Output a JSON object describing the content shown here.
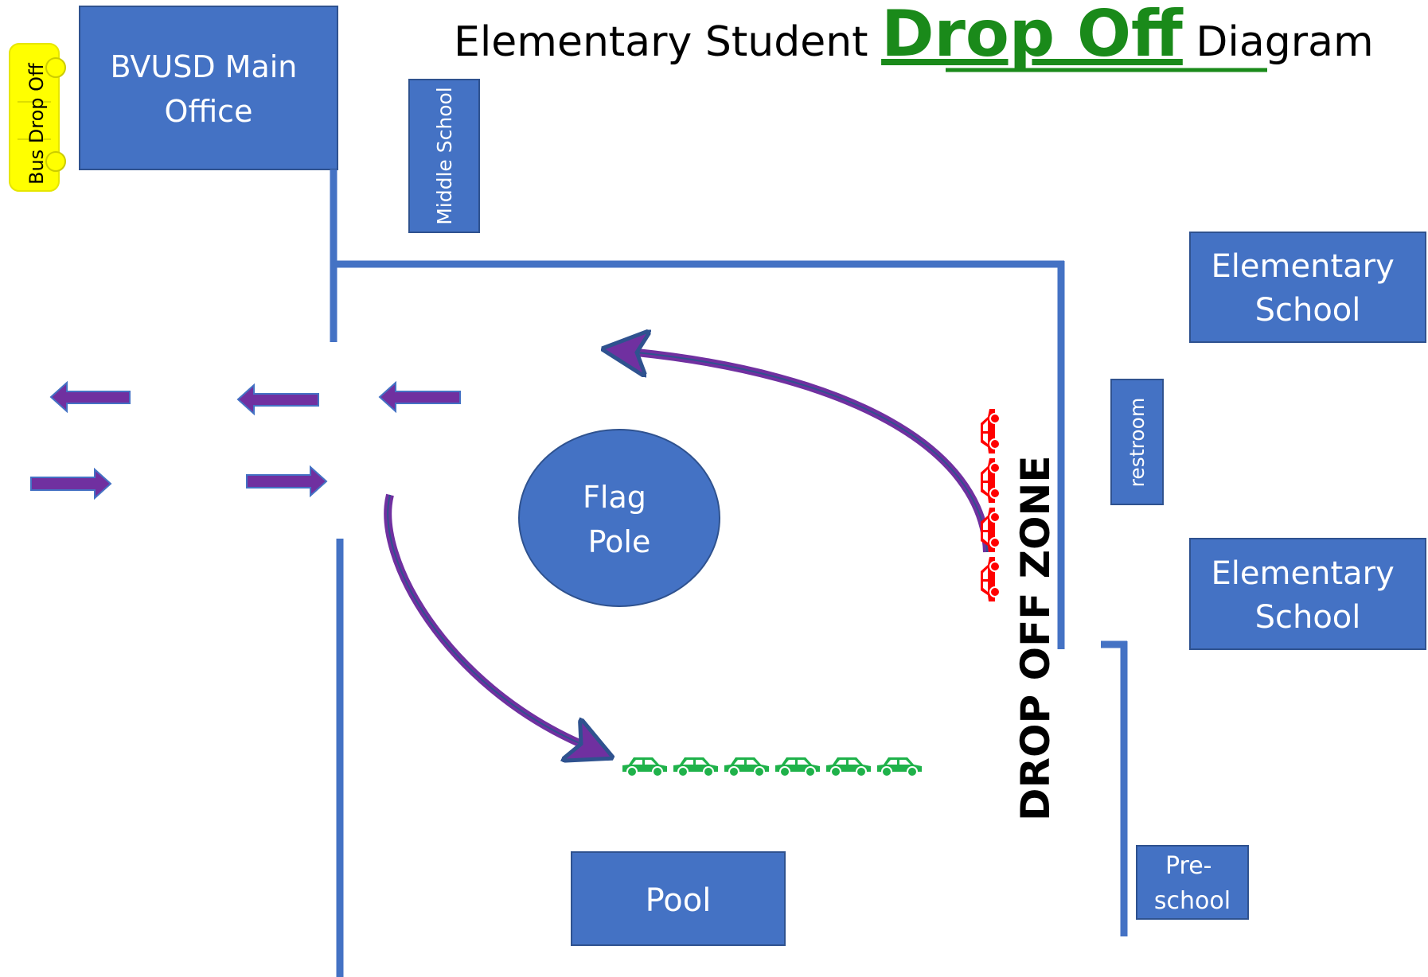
{
  "title": {
    "prefix": "Elementary Student ",
    "emphasis": "Drop Off",
    "suffix": " Diagram"
  },
  "buildings": {
    "main_office": [
      "BVUSD Main",
      "Office"
    ],
    "middle_school": "Middle School",
    "elementary_school_top": [
      "Elementary",
      "School"
    ],
    "elementary_school_bottom": [
      "Elementary",
      "School"
    ],
    "restroom": "restroom",
    "preschool": [
      "Pre-",
      "school"
    ],
    "pool": "Pool",
    "flag_pole": [
      "Flag",
      "Pole"
    ]
  },
  "bus": {
    "label": "Bus Drop Off"
  },
  "drop_zone": {
    "label": "DROP OFF ZONE"
  },
  "cars": {
    "queued_green_count": 6,
    "drop_off_red_count": 4
  },
  "colors": {
    "building_blue": "#4472c4",
    "building_border": "#2f528f",
    "arrow_purple": "#7030a0",
    "title_green": "#1a8a1a",
    "car_green": "#1fb24a",
    "car_red": "#ff0000",
    "bus_yellow": "#ffff00"
  },
  "icons": {
    "car": "car-icon",
    "bus": "bus-icon",
    "arrow": "arrow-icon"
  }
}
